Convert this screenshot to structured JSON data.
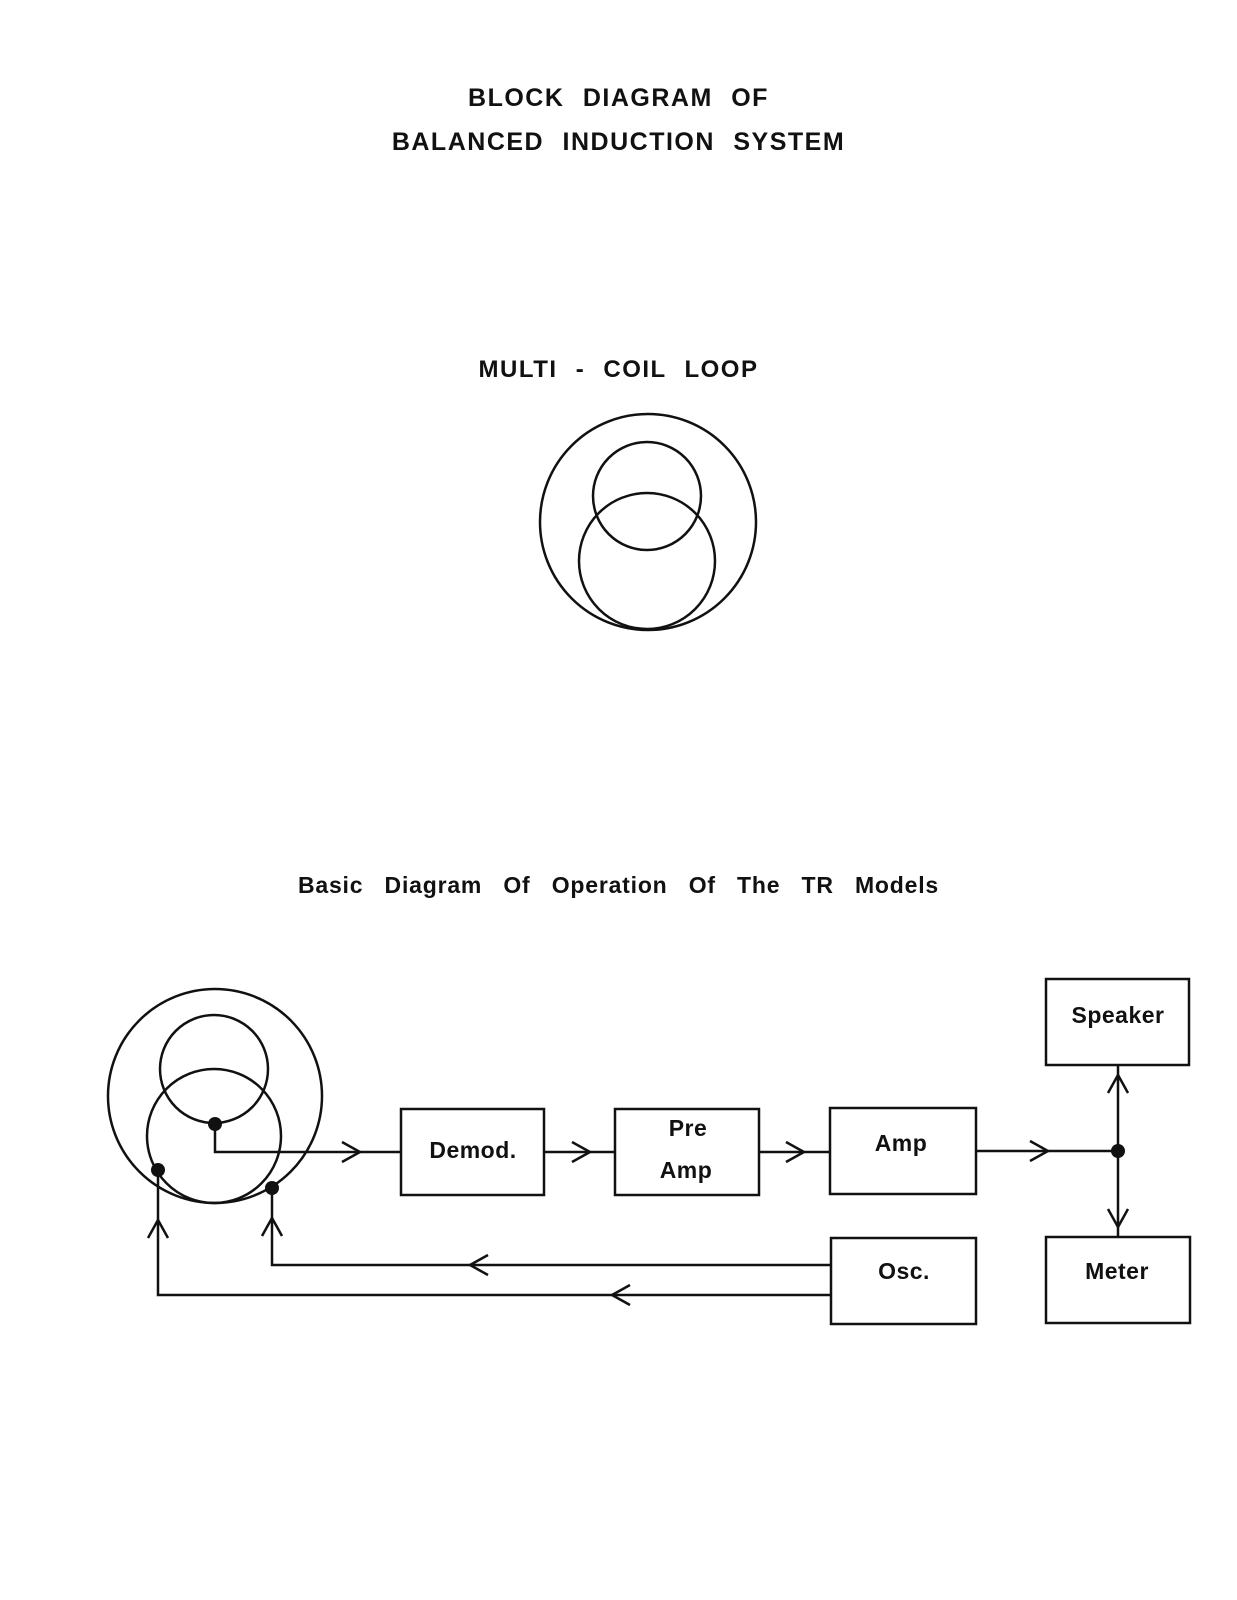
{
  "header": {
    "title_line1": "BLOCK DIAGRAM OF",
    "title_line2": "BALANCED INDUCTION SYSTEM"
  },
  "coil_section": {
    "label": "MULTI - COIL LOOP"
  },
  "operation_section": {
    "title": "Basic Diagram Of Operation Of The TR Models"
  },
  "blocks": {
    "demod": "Demod.",
    "preamp_line1": "Pre",
    "preamp_line2": "Amp",
    "amp": "Amp",
    "speaker": "Speaker",
    "meter": "Meter",
    "osc": "Osc."
  },
  "colors": {
    "ink": "#111111",
    "paper": "#ffffff"
  }
}
